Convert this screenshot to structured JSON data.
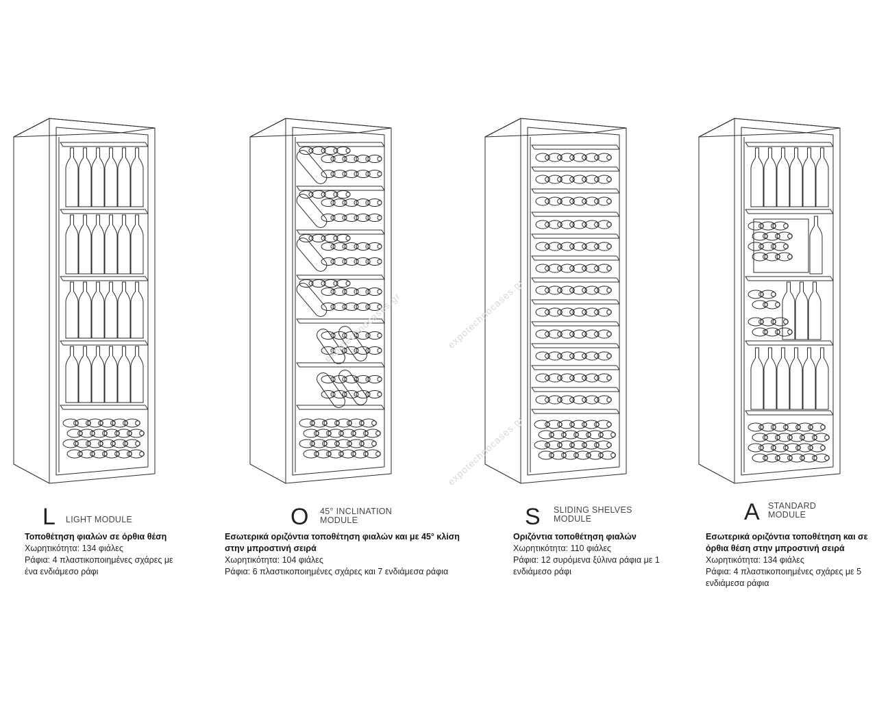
{
  "modules": [
    {
      "id": "L",
      "letter": "L",
      "name_lines": [
        "LIGHT MODULE"
      ],
      "title_lines": [
        "Τοποθέτηση φιαλών σε όρθια θέση"
      ],
      "lines": [
        "Χωρητικότητα: 134 φιάλες",
        "Ράφια: 4 πλαστικοποιημένες σχάρες με",
        "ένα ενδιάμεσο ράφι"
      ]
    },
    {
      "id": "O",
      "letter": "O",
      "name_lines": [
        "45° INCLINATION",
        "MODULE"
      ],
      "title_lines": [
        "Εσωτερικά οριζόντια τοποθέτηση φιαλών και με 45° κλίση",
        "στην μπροστινή σειρά"
      ],
      "lines": [
        "Χωρητικότητα: 104 φιάλες",
        "Ράφια: 6 πλαστικοποιημένες σχάρες και 7 ενδιάμεσα ράφια"
      ]
    },
    {
      "id": "S",
      "letter": "S",
      "name_lines": [
        "SLIDING SHELVES",
        "MODULE"
      ],
      "title_lines": [
        "Οριζόντια τοποθέτηση φιαλών"
      ],
      "lines": [
        "Χωρητικότητα: 110 φιάλες",
        "Ράφια: 12 συρόμενα ξύλινα ράφια με 1",
        "ενδιάμεσο ράφι"
      ]
    },
    {
      "id": "A",
      "letter": "A",
      "name_lines": [
        "STANDARD",
        "MODULE"
      ],
      "title_lines": [
        "Εσωτερικά οριζόντια τοποθέτηση και σε",
        "όρθια θέση στην μπροστινή σειρά"
      ],
      "lines": [
        "Χωρητικότητα: 134 φιάλες",
        "Ράφια: 4 πλαστικοποιημένες σχάρες με 5",
        "ενδιάμεσα ράφια"
      ]
    }
  ],
  "watermark": "expotechnocases.gr",
  "colors": {
    "line": "#2a2a2a",
    "text": "#222222",
    "watermark": "#d8d8d8"
  }
}
